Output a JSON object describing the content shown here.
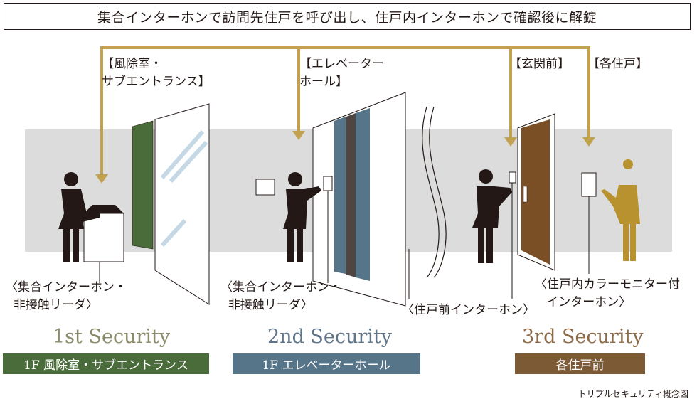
{
  "title": "集合インターホンで訪問先住戸を呼び出し、住戸内インターホンで確認後に解錠",
  "locations": {
    "windbreak": [
      "【風除室・",
      "サブエントランス】"
    ],
    "elevator": [
      "【エレベーター",
      "ホール】"
    ],
    "entrance": "【玄関前】",
    "unit": "【各住戸】"
  },
  "devices": {
    "intercom1": [
      "〈集合インターホン・",
      "非接触リーダ〉"
    ],
    "intercom2": [
      "〈集合インターホン・",
      "非接触リーダ〉"
    ],
    "front_intercom": "〈住戸前インターホン〉",
    "monitor": [
      "〈住戸内カラーモニター付",
      "インターホン〉"
    ]
  },
  "securities": [
    {
      "name": "1st Security",
      "area": "1F 風除室・サブエントランス",
      "color": "#4a6b3a",
      "text_color": "#8c8c6a"
    },
    {
      "name": "2nd Security",
      "area": "1F エレベーターホール",
      "color": "#577589",
      "text_color": "#5f7488"
    },
    {
      "name": "3rd Security",
      "area": "各住戸前",
      "color": "#7d5a36",
      "text_color": "#8d6b48"
    }
  ],
  "colors": {
    "gold": "#c2a24f",
    "wall": "#dcdcdc",
    "door": "#7b4f26",
    "figure": "#231815",
    "resident": "#b8922e"
  },
  "caption": "トリプルセキュリティ概念図"
}
